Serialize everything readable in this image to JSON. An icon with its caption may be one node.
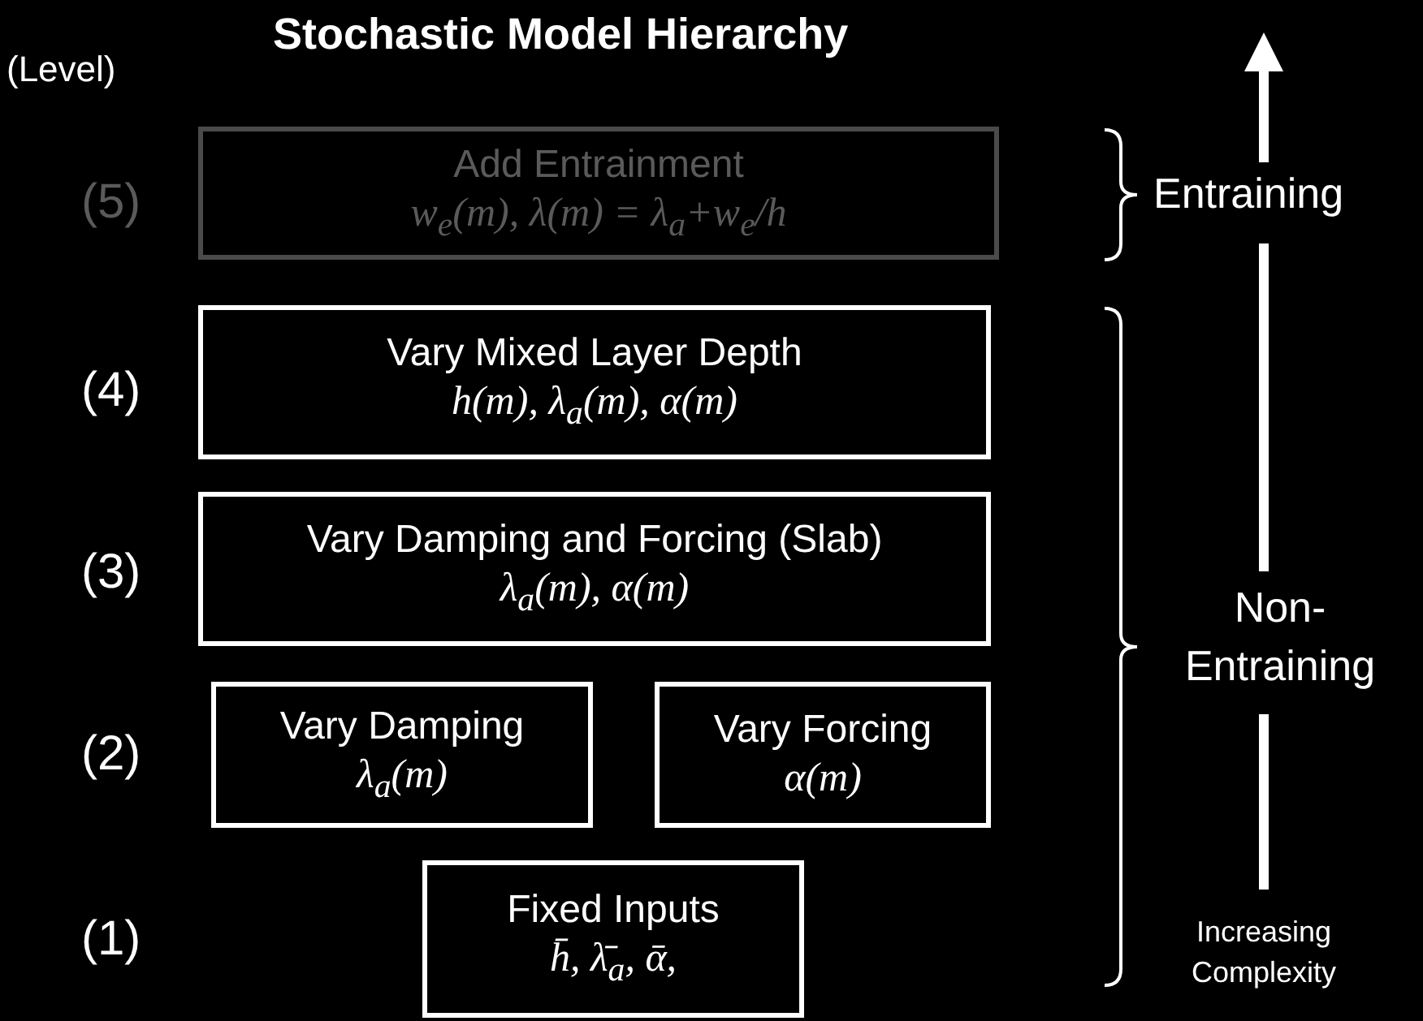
{
  "diagram": {
    "title": "Stochastic Model Hierarchy",
    "nodes": [
      {
        "text": [
          "Add Entrainment",
          "w$_{e}$(m), λ(m) = λ$_{a}$+w$_{e}$/h"
        ]
      },
      {
        "text": [
          "Vary Mixed Layer Depth",
          "h(m),  λ$_{a}$(m), α(m)"
        ]
      },
      {
        "text": [
          "Vary Damping and Forcing (Slab)",
          "λ$_{a}$(m), α(m)"
        ]
      },
      {
        "text": [
          "Vary Damping",
          "λ$_{a}$(m)"
        ]
      },
      {
        "text": [
          "Vary Forcing",
          "α(m)"
        ]
      },
      {
        "text": [
          "Fixed Inputs",
          "h̄, λ̄$_{a}$, ᾱ,"
        ]
      }
    ],
    "edges": [],
    "labels": [
      "(Level)",
      "(5)",
      "Entraining",
      "(4)",
      "(3)",
      "Non-Entraining",
      "(2)",
      "(1)",
      "Increasing Complexity"
    ]
  }
}
